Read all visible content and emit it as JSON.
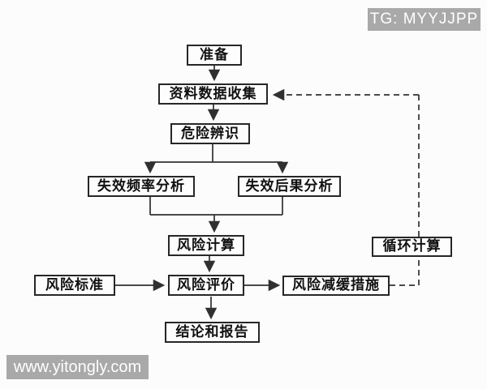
{
  "watermarks": {
    "top_right": "TG: MYYJJPP",
    "bottom_left": "www.yitongly.com"
  },
  "nodes": {
    "prepare": "准备",
    "data_collection": "资料数据收集",
    "hazard_identification": "危险辨识",
    "failure_frequency_analysis": "失效频率分析",
    "failure_consequence_analysis": "失效后果分析",
    "risk_calculation": "风险计算",
    "loop_calculation": "循环计算",
    "risk_criteria": "风险标准",
    "risk_evaluation": "风险评价",
    "risk_mitigation": "风险减缓措施",
    "conclusion_report": "结论和报告"
  },
  "edges": [
    {
      "from": "prepare",
      "to": "data_collection",
      "style": "solid-arrow"
    },
    {
      "from": "data_collection",
      "to": "hazard_identification",
      "style": "solid-arrow"
    },
    {
      "from": "hazard_identification",
      "to": "failure_frequency_analysis",
      "style": "solid-arrow"
    },
    {
      "from": "hazard_identification",
      "to": "failure_consequence_analysis",
      "style": "solid-arrow"
    },
    {
      "from": "failure_frequency_analysis",
      "to": "risk_calculation",
      "style": "solid-arrow"
    },
    {
      "from": "failure_consequence_analysis",
      "to": "risk_calculation",
      "style": "solid-arrow"
    },
    {
      "from": "risk_calculation",
      "to": "risk_evaluation",
      "style": "solid-arrow"
    },
    {
      "from": "risk_criteria",
      "to": "risk_evaluation",
      "style": "solid-arrow"
    },
    {
      "from": "risk_evaluation",
      "to": "risk_mitigation",
      "style": "solid-arrow"
    },
    {
      "from": "risk_evaluation",
      "to": "conclusion_report",
      "style": "solid-arrow"
    },
    {
      "from": "risk_mitigation",
      "to": "data_collection",
      "via": "loop_calculation",
      "style": "dashed-arrow"
    }
  ],
  "colors": {
    "background": "#fcfcfc",
    "box_border": "#272727",
    "box_fill": "#fdfdfd",
    "line": "#303030",
    "text": "#111111",
    "watermark_bg": "#a9a9a9",
    "watermark_text": "#ffffff"
  }
}
